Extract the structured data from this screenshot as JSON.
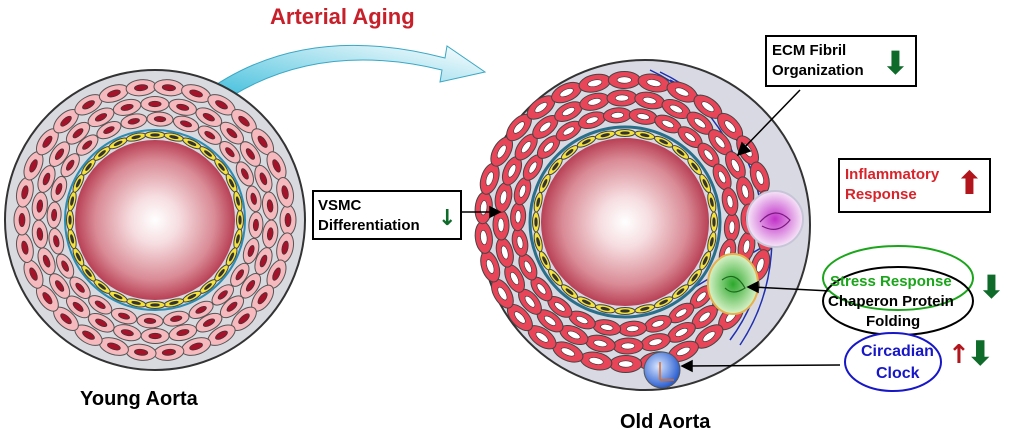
{
  "title": "Arterial Aging",
  "young_label": "Young Aorta",
  "old_label": "Old Aorta",
  "annotations": [
    {
      "id": "vsmc",
      "lines": [
        "VSMC",
        "Differentiation"
      ],
      "trend": "down"
    },
    {
      "id": "ecm",
      "lines": [
        "ECM Fibril",
        "Organization"
      ],
      "trend": "down"
    },
    {
      "id": "inflammatory",
      "lines": [
        "Inflammatory",
        "Response"
      ],
      "trend": "up"
    },
    {
      "id": "stress",
      "line1": "Stress Response",
      "line2": "Chaperon Protein",
      "line3": "Folding",
      "trend": "down"
    },
    {
      "id": "circadian",
      "lines": [
        "Circadian",
        "Clock"
      ],
      "trend": "up-down"
    }
  ],
  "colors": {
    "title": "#c8202a",
    "inflammatory_text": "#d8232a",
    "stress_text": "#1aa51a",
    "circadian_text": "#1717c8",
    "down_arrow": "#0f6b2a",
    "up_arrow": "#b3151d",
    "vessel_outer": "#d9d9e0",
    "lumen": "#c64a5a",
    "young_cell": "#f6b9bd",
    "old_cell": "#e84559",
    "endothelial": "#f4e23a"
  },
  "icons": [
    "curved-arrow-icon",
    "down-arrow-icon",
    "up-arrow-icon",
    "inflammation-cell-icon",
    "stress-cell-icon",
    "clock-cell-icon"
  ]
}
